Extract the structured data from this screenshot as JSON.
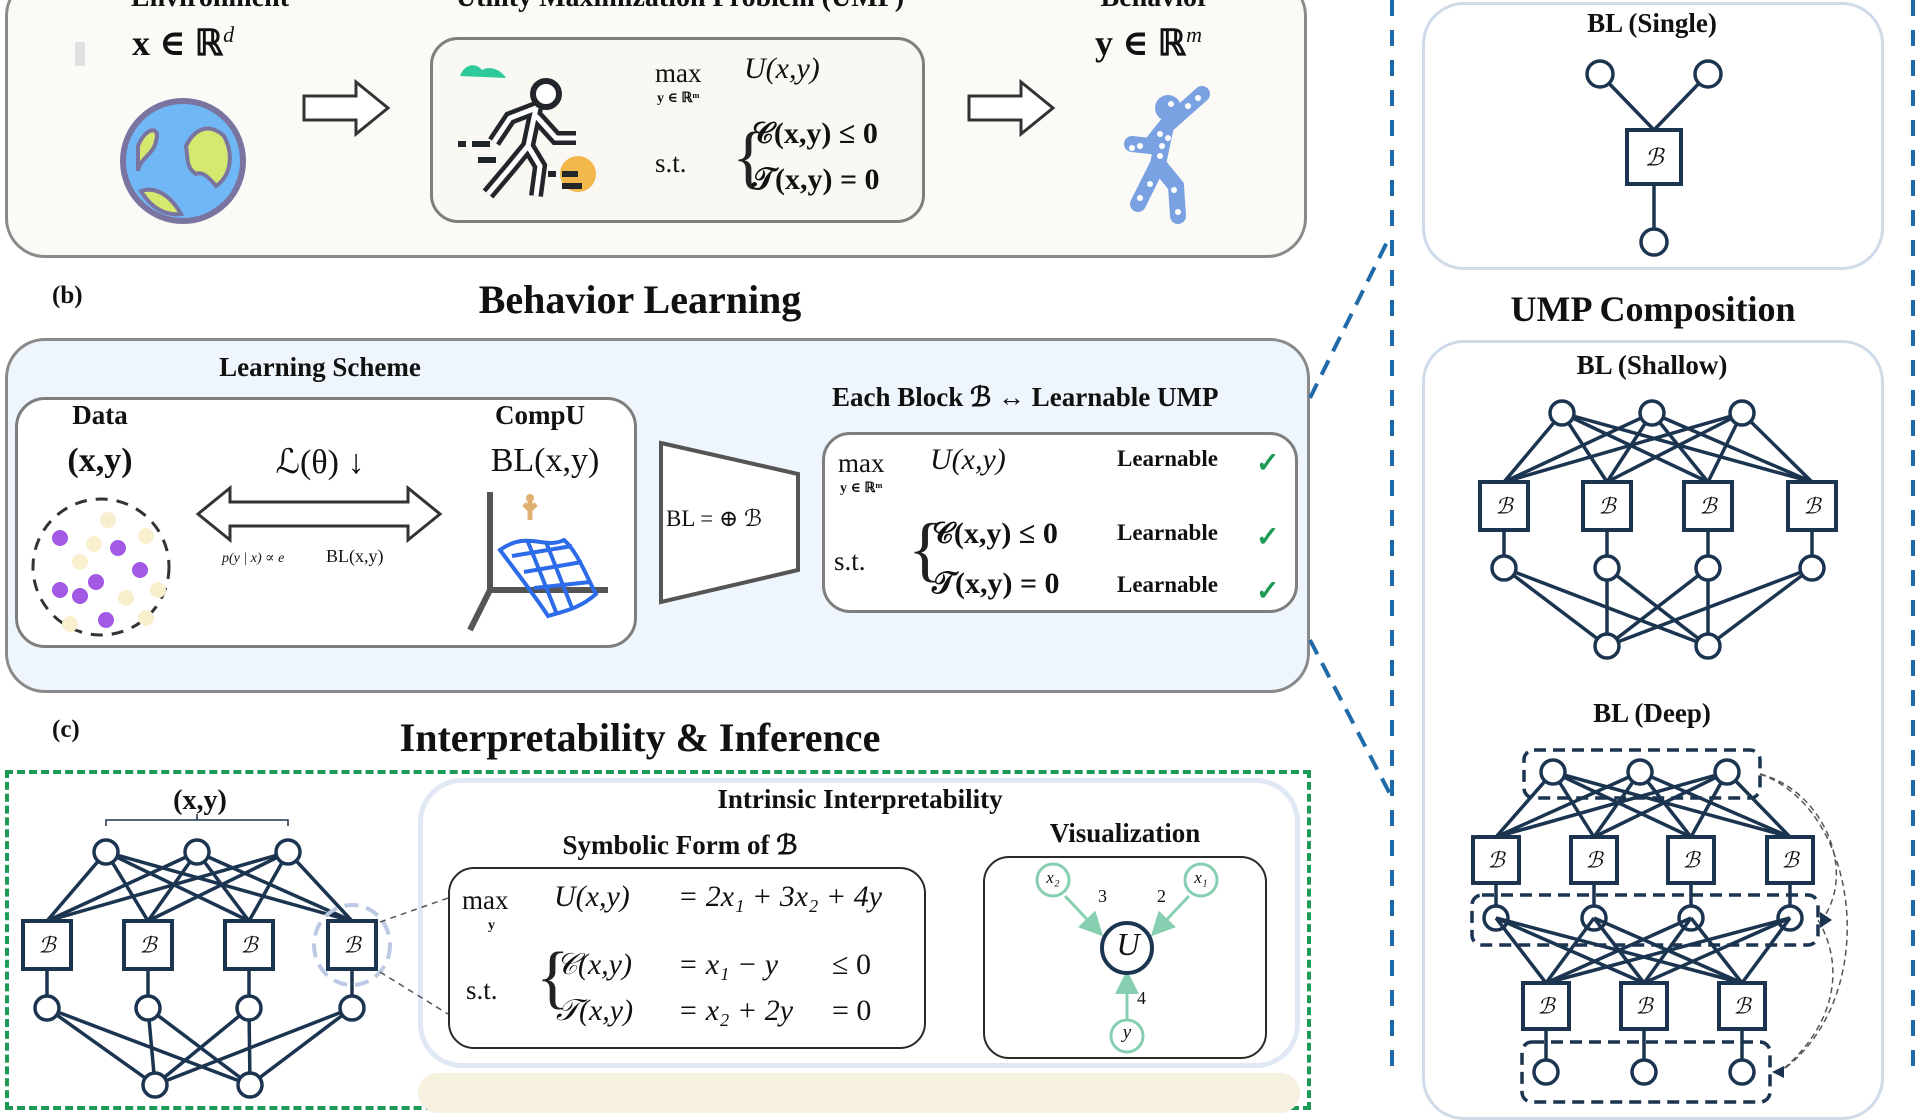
{
  "section_a": {
    "environment_label": "Environment",
    "environment_math": "x ∈ ℝ",
    "environment_sup": "d",
    "ump_title": "Utility Maximization Problem (UMP)",
    "behavior_label": "Behavior",
    "behavior_math": "y ∈ ℝ",
    "behavior_sup": "m",
    "ump": {
      "max_label": "max",
      "max_sub": "y ∈ ℝᵐ",
      "objective": "U(x,y)",
      "st_label": "s.t.",
      "constraint_1": "𝒞(x,y) ≤ 0",
      "constraint_2": "𝒯(x,y) = 0"
    },
    "icons": [
      "globe-icon",
      "running-person-icon",
      "cloud-icon",
      "sun-icon",
      "motion-capture-person-icon",
      "arrow-right-icon"
    ]
  },
  "section_b": {
    "label": "(b)",
    "title": "Behavior Learning",
    "learning_scheme_title": "Learning Scheme",
    "data_title": "Data",
    "data_math": "(x,y)",
    "loss_math": "ℒ(θ) ↓",
    "prob_math": "p(y | x) ∝ e",
    "prob_sup": "BL(x,y)",
    "compu_title": "CompU",
    "compu_math": "BL(x,y)",
    "bl_sum": "BL = ⊕ ℬ",
    "block_title": "Each Block ℬ ↔ Learnable UMP",
    "learnable": {
      "max_label": "max",
      "max_sub": "y ∈ ℝᵐ",
      "objective": "U(x,y)",
      "st_label": "s.t.",
      "constraint_1": "𝒞(x,y) ≤ 0",
      "constraint_2": "𝒯(x,y) = 0",
      "tags": [
        "Learnable",
        "Learnable",
        "Learnable"
      ]
    },
    "data_points": {
      "purple_count": 7,
      "cream_count": 8,
      "purple_color": "#a259e6",
      "cream_color": "#f8efcf"
    }
  },
  "section_c": {
    "label": "(c)",
    "title": "Interpretability & Inference",
    "network_input_label": "(x,y)",
    "block_symbol": "ℬ",
    "intrinsic_title": "Intrinsic Interpretability",
    "symbolic_title": "Symbolic Form of ℬ",
    "symbolic": {
      "max_label": "max",
      "max_sub": "y",
      "objective_lhs": "U(x,y)",
      "objective_rhs": "= 2x₁ + 3x₂ + 4y",
      "st_label": "s.t.",
      "c_lhs": "𝒞(x,y)",
      "c_rhs": "= x₁ − y",
      "c_rel": "≤ 0",
      "t_lhs": "𝒯(x,y)",
      "t_rhs": "= x₂ + 2y",
      "t_rel": "= 0"
    },
    "visualization_title": "Visualization",
    "graph": {
      "center": "U",
      "nodes": [
        {
          "label": "x₂",
          "weight": "3"
        },
        {
          "label": "x₁",
          "weight": "2"
        },
        {
          "label": "y",
          "weight": "4"
        }
      ],
      "edge_color": "#86cfb0"
    }
  },
  "right_panel": {
    "single_title": "BL (Single)",
    "composition_title": "UMP Composition",
    "shallow_title": "BL (Shallow)",
    "deep_title": "BL (Deep)",
    "block_symbol": "ℬ"
  },
  "colors": {
    "network": "#1b3450",
    "connector_blue": "#1f6aa8",
    "green_dash": "#1e9a57",
    "check": "#1e9a57"
  }
}
